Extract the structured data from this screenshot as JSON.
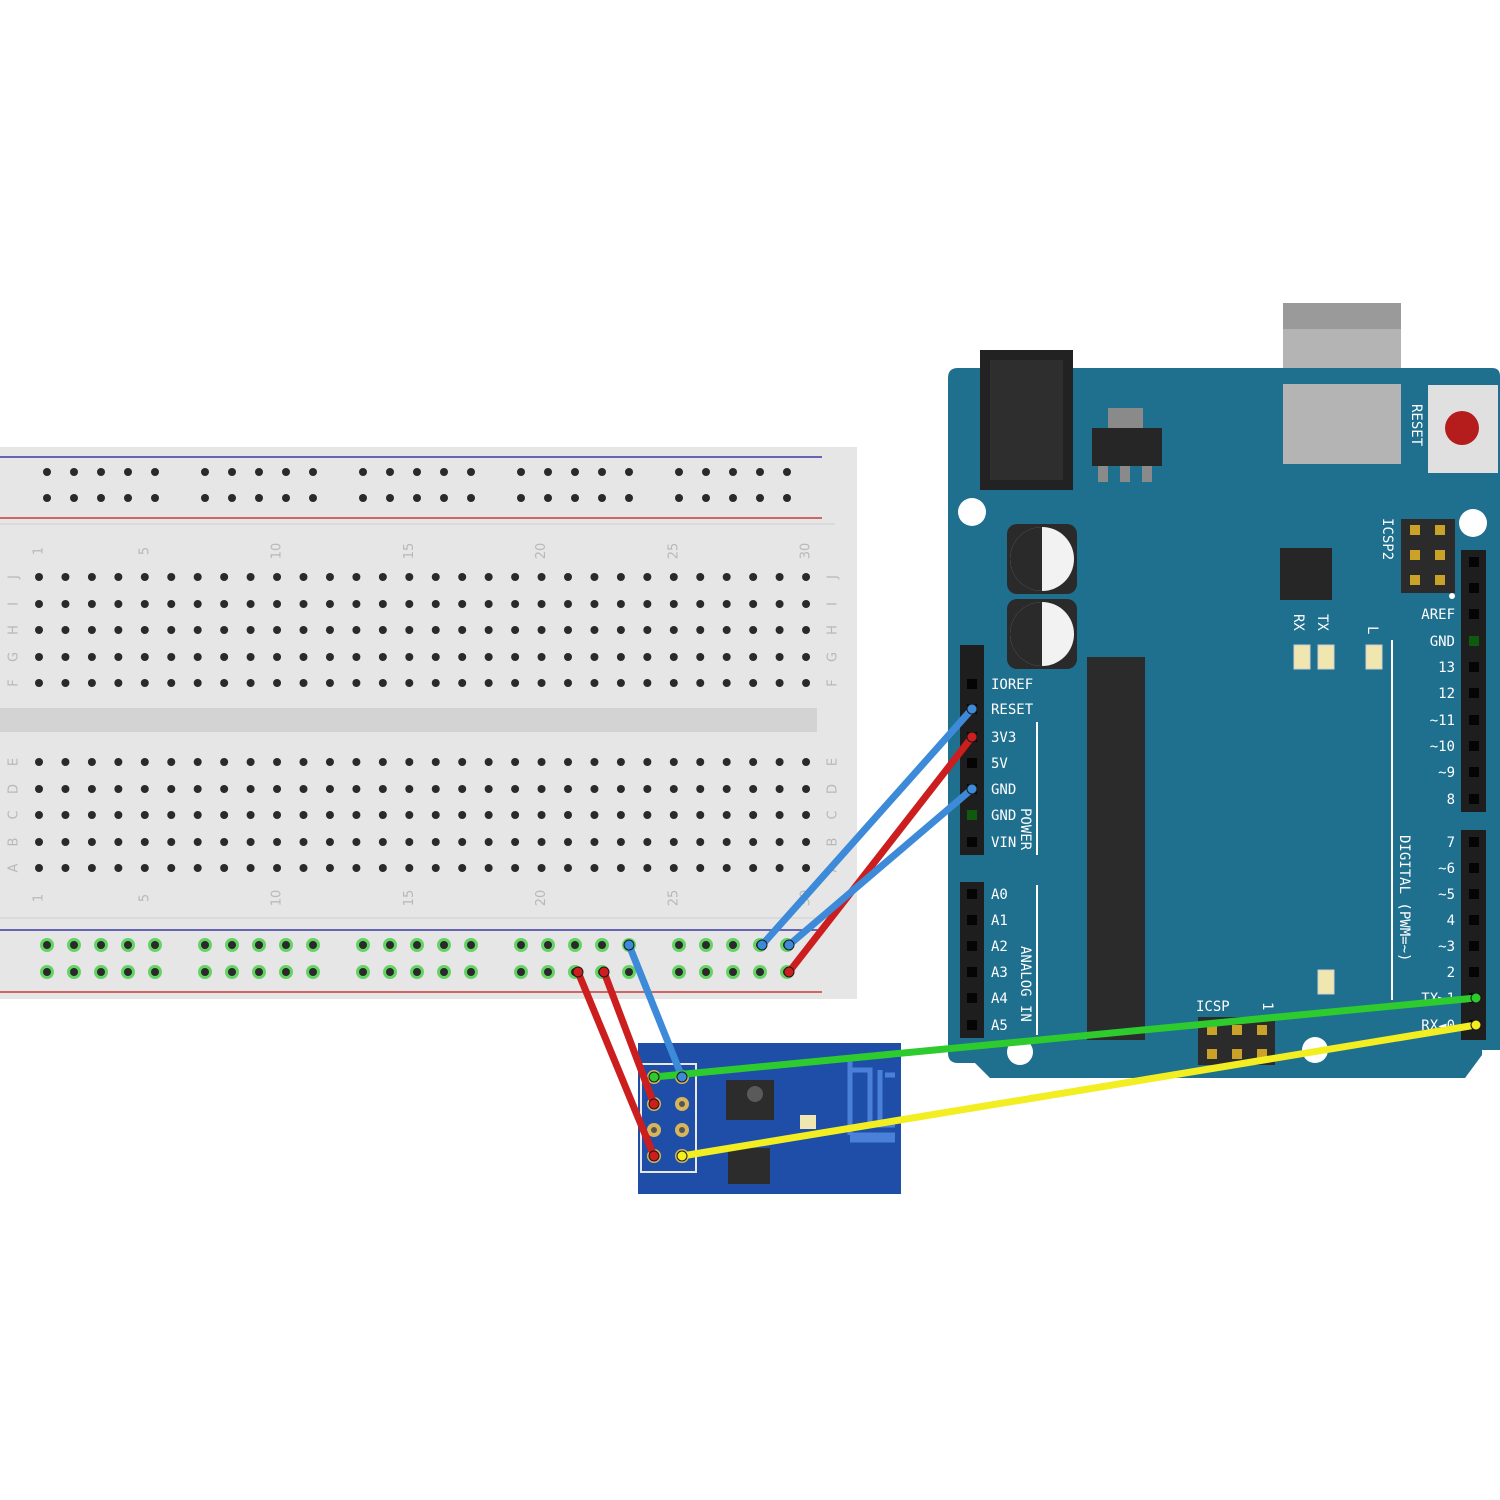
{
  "breadboard": {
    "row_letters_top": [
      "J",
      "I",
      "H",
      "G",
      "F"
    ],
    "row_letters_bottom": [
      "E",
      "D",
      "C",
      "B",
      "A"
    ],
    "column_numbers": [
      "1",
      "5",
      "10",
      "15",
      "20",
      "25",
      "30"
    ]
  },
  "arduino": {
    "reset_label": "RESET",
    "icsp2_label": "ICSP2",
    "icsp_label": "ICSP",
    "icsp_pin1": "1",
    "led_tx": "TX",
    "led_rx": "RX",
    "led_l": "L",
    "power_header": [
      "IOREF",
      "RESET",
      "3V3",
      "5V",
      "GND",
      "GND",
      "VIN"
    ],
    "power_group": "POWER",
    "analog_header": [
      "A0",
      "A1",
      "A2",
      "A3",
      "A4",
      "A5"
    ],
    "analog_group": "ANALOG IN",
    "digital_upper": [
      "AREF",
      "GND",
      "13",
      "12",
      "~11",
      "~10",
      "~9",
      "8"
    ],
    "digital_lower": [
      "7",
      "~6",
      "~5",
      "4",
      "~3",
      "2",
      "TX►1",
      "RX◄0"
    ],
    "digital_group": "DIGITAL (PWM=~)"
  },
  "colors": {
    "board_teal": "#1f6f8f",
    "breadboard": "#e6e6e6",
    "esp_blue": "#1e4ea8",
    "wire_red": "#cc1e1e",
    "wire_blue": "#3c8ad8",
    "wire_green": "#2ecb2e",
    "wire_yellow": "#f2ee22"
  }
}
